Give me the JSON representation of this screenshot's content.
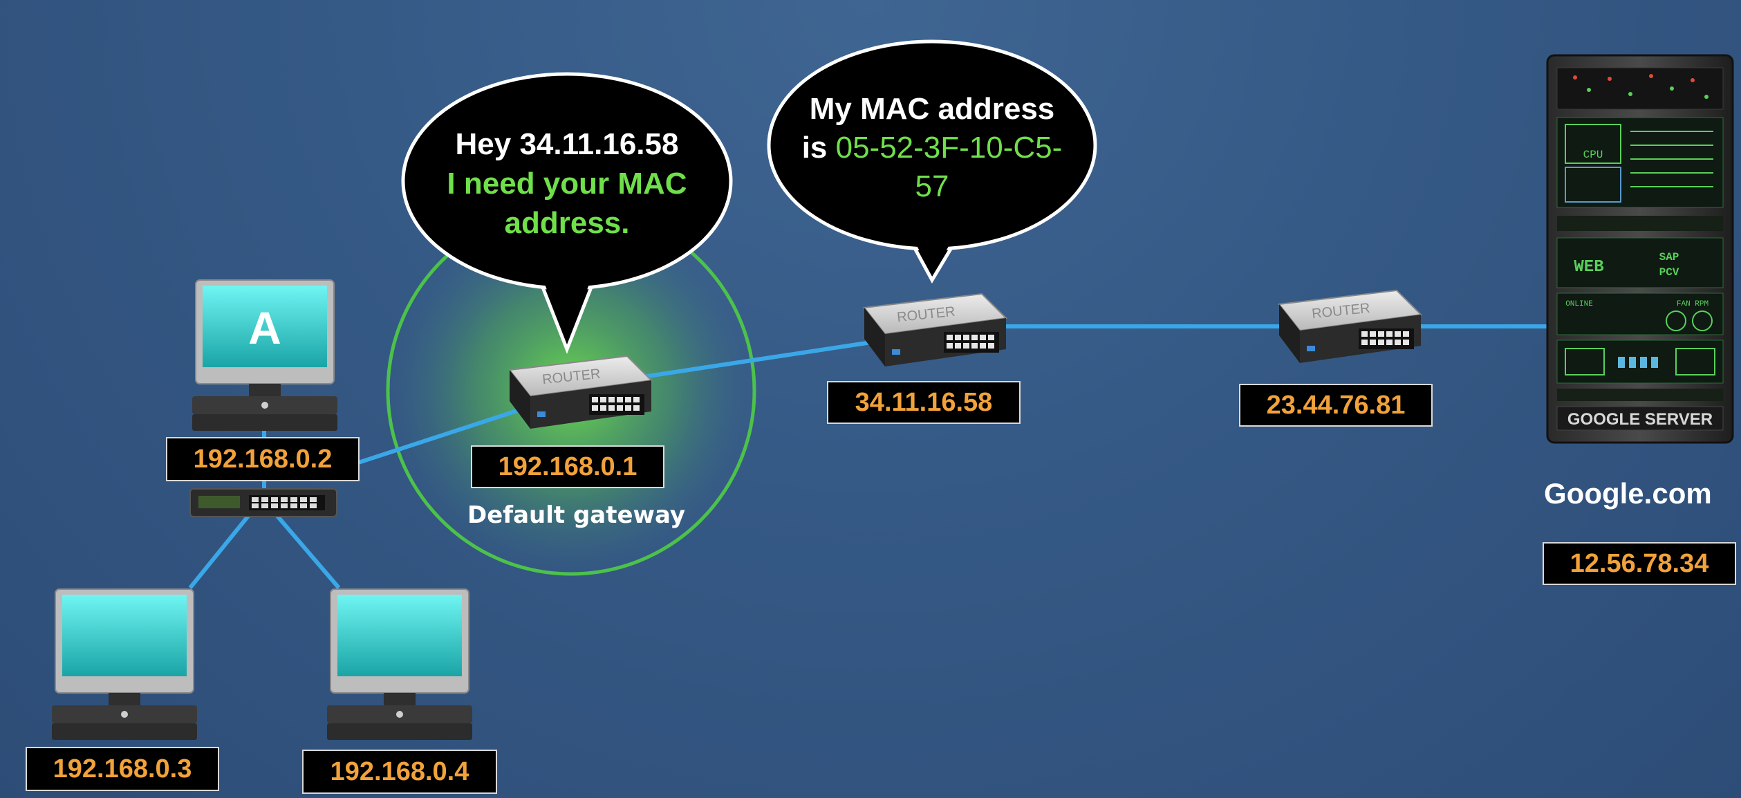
{
  "hosts": [
    {
      "id": "a",
      "screen_label": "A",
      "ip": "192.168.0.2"
    },
    {
      "id": "b",
      "ip": "192.168.0.3"
    },
    {
      "id": "c",
      "ip": "192.168.0.4"
    }
  ],
  "gateway": {
    "ip": "192.168.0.1",
    "caption": "Default gateway",
    "device_text": "ROUTER"
  },
  "routers": [
    {
      "ip": "34.11.16.58",
      "device_text": "ROUTER"
    },
    {
      "ip": "23.44.76.81",
      "device_text": "ROUTER"
    }
  ],
  "server": {
    "name": "Google.com",
    "ip": "12.56.78.34",
    "rack_label": "GOOGLE SERVER",
    "panel_labels": [
      "CPU",
      "WEB",
      "SAP",
      "PCV",
      "ONLINE",
      "FAN RPM"
    ]
  },
  "bubbles": {
    "request": {
      "line1": "Hey 34.11.16.58",
      "line2": "I need your MAC",
      "line3": "address."
    },
    "reply": {
      "line1": "My MAC address",
      "prefix": "is ",
      "mac_part1": "05-52-3F-10-C5-",
      "mac_part2": "57"
    }
  },
  "colors": {
    "link": "#3aa8e8",
    "label_text": "#f2a23a",
    "highlight": "#6fe04a",
    "background": "#355985"
  }
}
